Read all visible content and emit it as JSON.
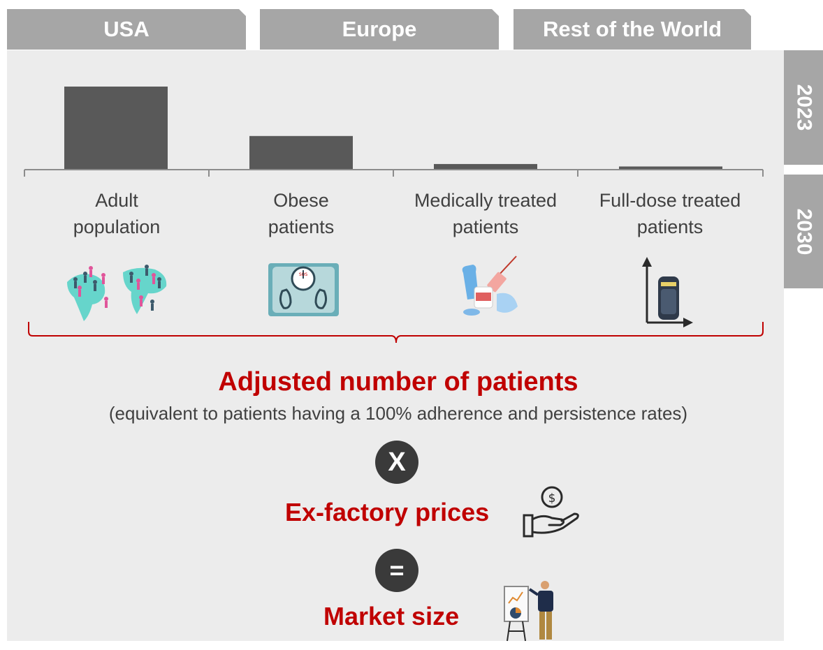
{
  "tabs": [
    {
      "label": "USA"
    },
    {
      "label": "Europe"
    },
    {
      "label": "Rest of the World"
    }
  ],
  "years": [
    "2023",
    "2030"
  ],
  "chart_data": {
    "type": "bar",
    "categories": [
      "Adult population",
      "Obese patients",
      "Medically treated patients",
      "Full-dose treated patients"
    ],
    "values": [
      100,
      40,
      6,
      3
    ],
    "bar_color": "#595959"
  },
  "stages": [
    {
      "line1": "Adult",
      "line2": "population",
      "icon": "world-population-icon"
    },
    {
      "line1": "Obese",
      "line2": "patients",
      "icon": "weight-scale-icon"
    },
    {
      "line1": "Medically treated",
      "line2": "patients",
      "icon": "medication-icon"
    },
    {
      "line1": "Full-dose treated",
      "line2": "patients",
      "icon": "full-dose-chart-icon"
    }
  ],
  "result": {
    "title": "Adjusted number of patients",
    "subtitle": "(equivalent to patients having a 100% adherence and persistence rates)",
    "multiply_symbol": "X",
    "prices_label": "Ex-factory prices",
    "equals_symbol": "=",
    "market_label": "Market size"
  },
  "colors": {
    "accent": "#c00000",
    "tab": "#a6a6a6",
    "panel": "#ececec",
    "bar": "#595959"
  }
}
